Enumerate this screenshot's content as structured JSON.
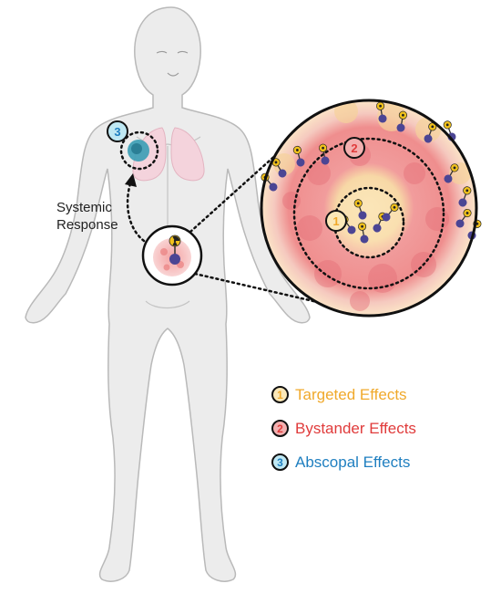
{
  "annotations": {
    "systemic_line1": "Systemic",
    "systemic_line2": "Response"
  },
  "badges": {
    "one": "1",
    "two": "2",
    "three": "3"
  },
  "legend": {
    "items": [
      {
        "number": "1",
        "label": "Targeted Effects",
        "color": "#f0a92b",
        "badge_fill": "#fbe8b8"
      },
      {
        "number": "2",
        "label": "Bystander Effects",
        "color": "#e03b3b",
        "badge_fill": "#f3b0b0"
      },
      {
        "number": "3",
        "label": "Abscopal Effects",
        "color": "#1f7fc0",
        "badge_fill": "#bfe8f3"
      }
    ]
  },
  "colors": {
    "body_fill": "#ececec",
    "body_stroke": "#b9b9b9",
    "lung_fill": "#f4d3dc",
    "tumor_red": "#ee8a8a",
    "tumor_yellow": "#f8dfab",
    "abscopal_blue": "#3a9db5"
  }
}
